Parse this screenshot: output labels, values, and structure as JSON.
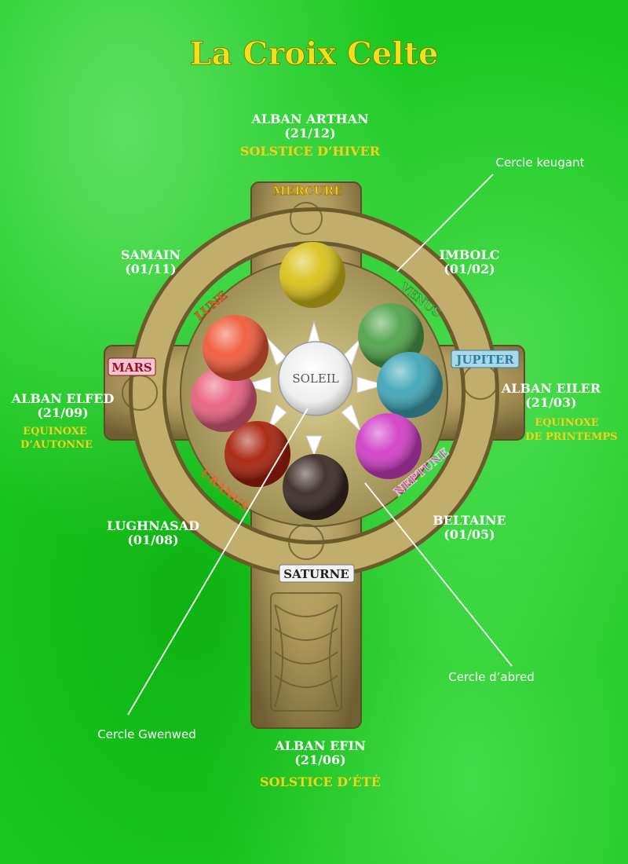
{
  "title": "La Croix Celte",
  "center": "SOLEIL",
  "festivals": {
    "top": {
      "name": "ALBAN ARTHAN",
      "date": "(21/12)",
      "season": "SOLSTICE D’HIVER"
    },
    "bottom": {
      "name": "ALBAN EFIN",
      "date": "(21/06)",
      "season": "SOLSTICE D’ÉTÉ"
    },
    "left": {
      "name": "ALBAN ELFED",
      "date": "(21/09)",
      "season_line1": "EQUINOXE",
      "season_line2": "D’AUTONNE"
    },
    "right": {
      "name": "ALBAN EILER",
      "date": "(21/03)",
      "season_line1": "EQUINOXE",
      "season_line2": "DE PRINTEMPS"
    },
    "samain": {
      "name": "SAMAIN",
      "date": "(01/11)"
    },
    "imbolc": {
      "name": "IMBOLC",
      "date": "(01/02)"
    },
    "lughnasad": {
      "name": "LUGHNASAD",
      "date": "(01/08)"
    },
    "beltaine": {
      "name": "BELTAINE",
      "date": "(01/05)"
    }
  },
  "planets": {
    "mercure": {
      "label": "MERCURE",
      "color": "#d9c21a"
    },
    "venus": {
      "label": "VENUS",
      "color": "#4fa34a"
    },
    "jupiter": {
      "label": "JUPITER",
      "color": "#3fa6b8"
    },
    "neptune": {
      "label": "NEPTUNE",
      "color": "#d23ec8"
    },
    "saturne": {
      "label": "SATURNE",
      "color": "#3a2a22"
    },
    "uranus": {
      "label": "URANUS",
      "color": "#a8200c"
    },
    "mars": {
      "label": "MARS",
      "color": "#e8607e"
    },
    "lune": {
      "label": "LUNE",
      "color": "#f05a3a"
    }
  },
  "circles": {
    "keugant": "Cercle keugant",
    "abred": "Cercle d’abred",
    "gwenwed": "Cercle Gwenwed"
  }
}
